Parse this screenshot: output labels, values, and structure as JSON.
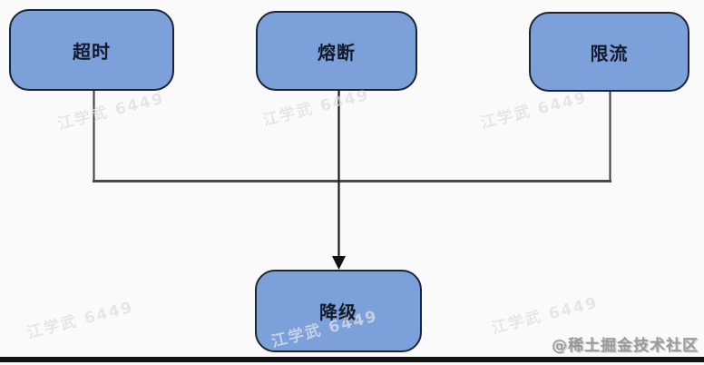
{
  "diagram": {
    "title": "service-protection-flow",
    "nodes": [
      {
        "id": "timeout",
        "label": "超时"
      },
      {
        "id": "fuse",
        "label": "熔断"
      },
      {
        "id": "rate-limit",
        "label": "限流"
      },
      {
        "id": "degrade",
        "label": "降级"
      }
    ],
    "edges": [
      {
        "from": "timeout",
        "to": "degrade"
      },
      {
        "from": "fuse",
        "to": "degrade",
        "arrow": true
      },
      {
        "from": "rate-limit",
        "to": "degrade"
      }
    ]
  },
  "colors": {
    "node_fill": "#7ca0da",
    "node_border": "#1b2535",
    "node_text": "#131b2b",
    "connector_line": "#4a4a4a",
    "arrow": "#111111",
    "background": "#fafafa",
    "bottom_bar": "#131313"
  },
  "watermarks": {
    "diagonal_text": "江学武 6449",
    "community_text": "@稀土掘金技术社区"
  }
}
